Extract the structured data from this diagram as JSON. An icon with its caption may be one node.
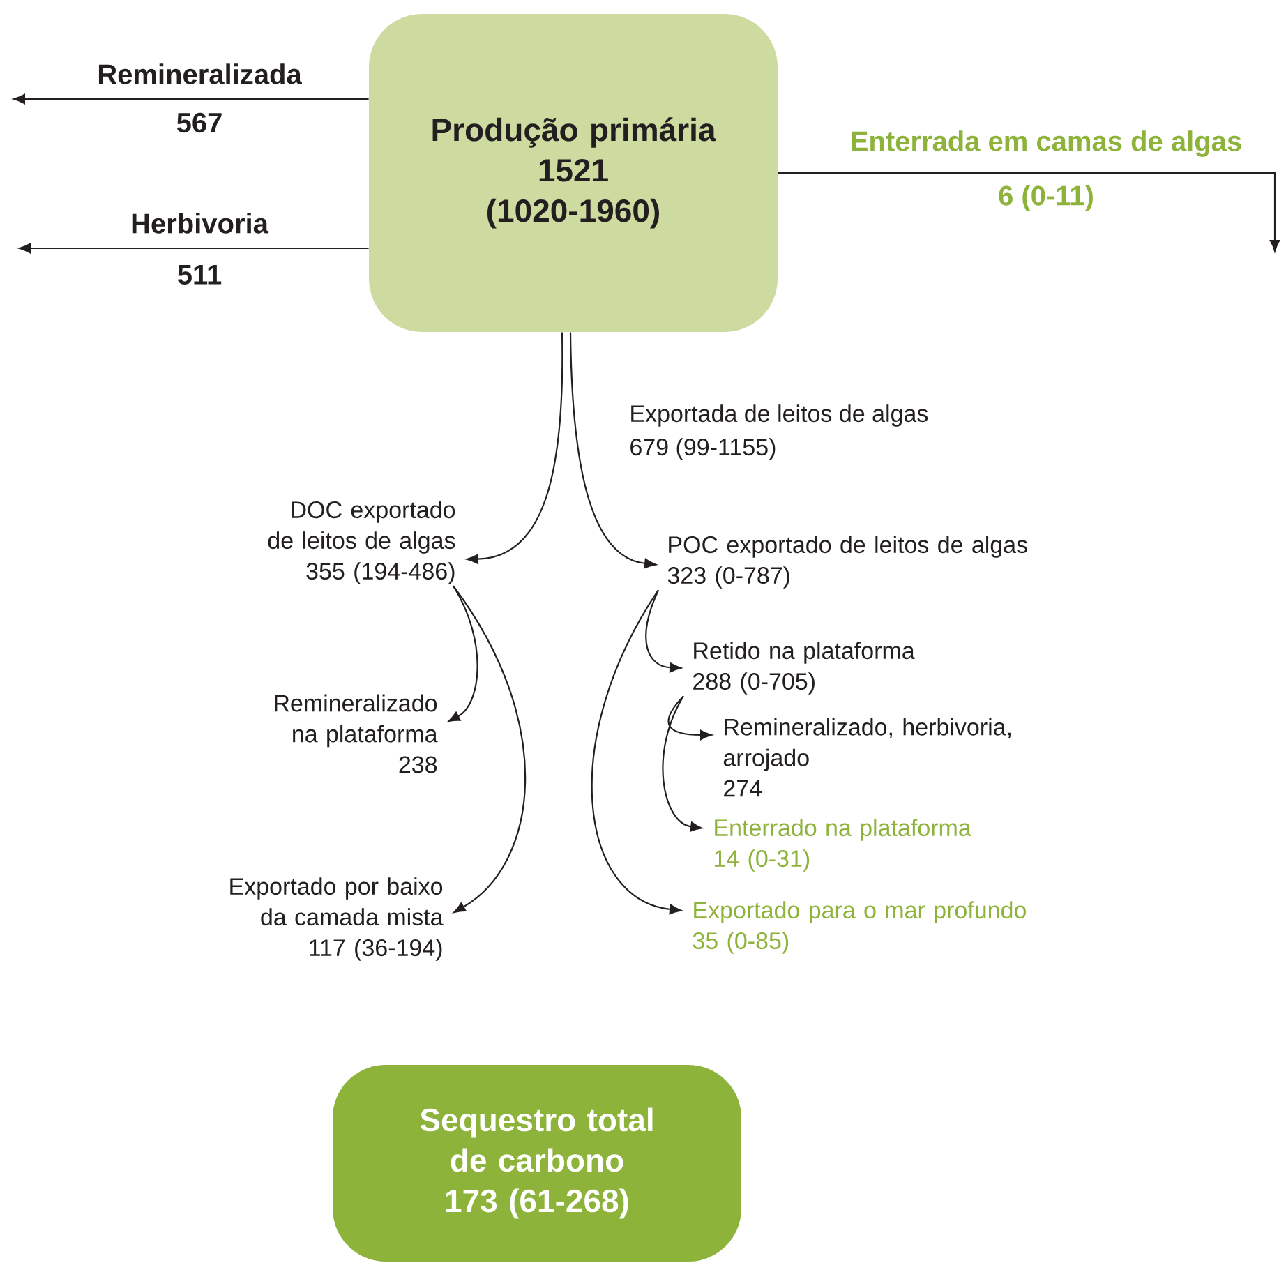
{
  "diagram": {
    "nodes": [
      {
        "text": [
          "Produção primária",
          "1521",
          "(1020-1960)"
        ]
      },
      {
        "text": [
          "DOC exportado de leitos de algas",
          "355 (194-486)"
        ]
      },
      {
        "text": [
          "POC exportado de leitos de algas",
          "323 (0-787)"
        ]
      },
      {
        "text": [
          "Remineralizado na plataforma",
          "238"
        ]
      },
      {
        "text": [
          "Exportado por baixo da camada mista",
          "117 (36-194)"
        ]
      },
      {
        "text": [
          "Retido na plataforma",
          "288 (0-705)"
        ]
      },
      {
        "text": [
          "Remineralizado, herbivoria, arrojado",
          "274"
        ]
      },
      {
        "text": [
          "Enterrado na plataforma",
          "14 (0-31)"
        ]
      },
      {
        "text": [
          "Exportado para o mar profundo",
          "35 (0-85)"
        ]
      },
      {
        "text": [
          "Sequestro total de carbono",
          "173 (61-268)"
        ]
      }
    ],
    "edges": [
      {
        "from": 0,
        "to": null,
        "arrow": "to",
        "label": "Remineralizada"
      },
      {
        "from": 0,
        "to": null,
        "arrow": "to",
        "label": "Herbivoria"
      },
      {
        "from": 0,
        "to": null,
        "arrow": "to",
        "label": "Enterrada em camas de algas"
      },
      {
        "from": 0,
        "to": 1,
        "arrow": "to"
      },
      {
        "from": 0,
        "to": 2,
        "arrow": "to"
      },
      {
        "from": 1,
        "to": 3,
        "arrow": "to"
      },
      {
        "from": 1,
        "to": 4,
        "arrow": "to"
      },
      {
        "from": 2,
        "to": 5,
        "arrow": "to"
      },
      {
        "from": 2,
        "to": 8,
        "arrow": "to"
      },
      {
        "from": 5,
        "to": 6,
        "arrow": "to"
      },
      {
        "from": 5,
        "to": 7,
        "arrow": "to"
      }
    ],
    "labels": [
      "567",
      "6 (0-11)",
      "511",
      "Exportada de leitos de algas",
      "679 (99-1155)"
    ]
  }
}
